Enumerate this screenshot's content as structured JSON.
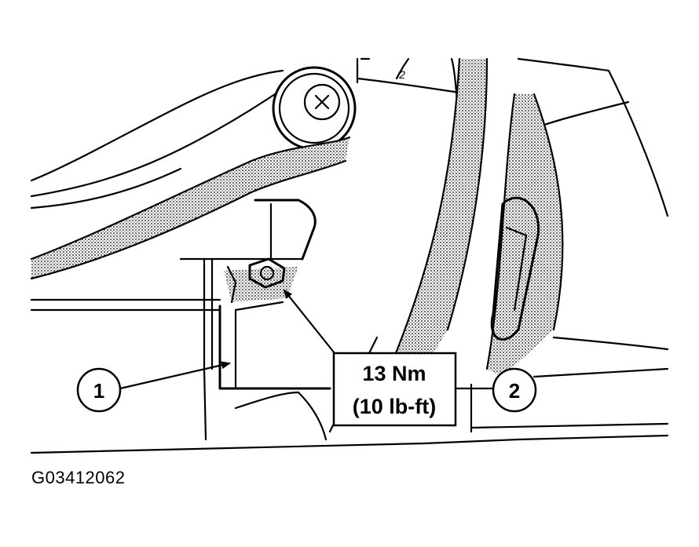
{
  "callouts": [
    {
      "number": "1"
    },
    {
      "number": "2"
    }
  ],
  "torque_spec": {
    "metric": "13 Nm",
    "imperial": "(10 lb-ft)"
  },
  "top_marker": "2",
  "figure_id": "G03412062"
}
